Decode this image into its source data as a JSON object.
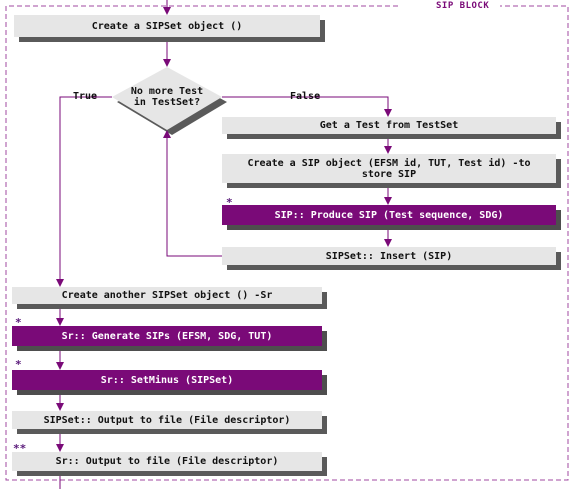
{
  "block_title": "SIP BLOCK",
  "colors": {
    "purple": "#7a0a78",
    "box_grey": "#e6e6e6",
    "shadow": "#5a5a5a",
    "border": "#a04aa0"
  },
  "nodes": {
    "create_sipset": "Create a  SIPSet object ()",
    "decision": "No more Test\nin TestSet?",
    "get_test": "Get a Test from TestSet",
    "create_sip": "Create a  SIP object (EFSM id, TUT, Test id) -to\nstore SIP",
    "produce_sip": "SIP:: Produce SIP (Test sequence, SDG)",
    "insert_sip": "SIPSet:: Insert (SIP)",
    "create_sr": "Create another SIPSet object () -Sr",
    "generate_sips": "Sr:: Generate SIPs (EFSM, SDG, TUT)",
    "setminus": "Sr:: SetMinus (SIPSet)",
    "output_sipset": "SIPSet:: Output to file (File descriptor)",
    "output_sr": "Sr:: Output to file (File descriptor)"
  },
  "edge_labels": {
    "true_label": "True",
    "false_label": "False"
  },
  "markers": {
    "produce_mark": "*",
    "generate_mark": "*",
    "setminus_mark": "*",
    "output_sr_mark": "**"
  }
}
